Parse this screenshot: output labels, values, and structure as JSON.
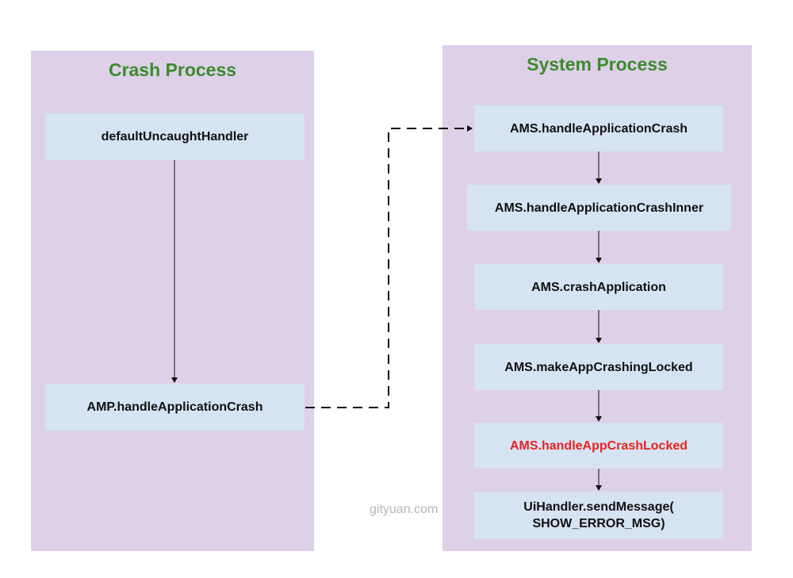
{
  "crash_process": {
    "title": "Crash Process",
    "nodes": [
      {
        "label": "defaultUncaughtHandler"
      },
      {
        "label": "AMP.handleApplicationCrash"
      }
    ]
  },
  "system_process": {
    "title": "System Process",
    "nodes": [
      {
        "label": "AMS.handleApplicationCrash"
      },
      {
        "label": "AMS.handleApplicationCrashInner"
      },
      {
        "label": "AMS.crashApplication"
      },
      {
        "label": "AMS.makeAppCrashingLocked"
      },
      {
        "label": "AMS.handleAppCrashLocked",
        "color": "#e8231f"
      },
      {
        "label": "UiHandler.sendMessage(\nSHOW_ERROR_MSG)"
      }
    ]
  },
  "watermark": "gityuan.com",
  "colors": {
    "panel": "#ddd0e8",
    "node": "#d5e3f2",
    "title": "#3d8b2c",
    "highlight": "#e8231f"
  }
}
